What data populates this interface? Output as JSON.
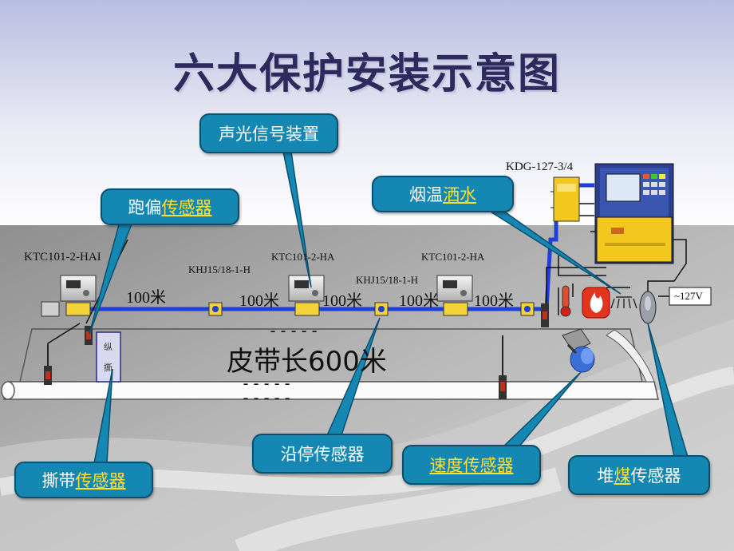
{
  "title": "六大保护安装示意图",
  "callouts": {
    "sound_light": "声光信号装置",
    "deviation_plain": "跑偏",
    "deviation_link": "传感器",
    "smoke_plain": "烟温",
    "smoke_link": "洒水",
    "tear_plain": "撕带",
    "tear_link": "传感器",
    "stop": "沿停传感器",
    "speed_link": "速度传感器",
    "coal_plain_1": "堆",
    "coal_link": "煤",
    "coal_plain_2": "传感器"
  },
  "labels": {
    "ktc_left": "KTC101-2-HAI",
    "ktc_mid": "KTC101-2-HA",
    "ktc_right": "KTC101-2-HA",
    "khj_1": "KHJ15/18-1-H",
    "khj_2": "KHJ15/18-1-H",
    "kdg": "KDG-127-3/4",
    "power": "~127V",
    "dist_1": "100米",
    "dist_2": "100米",
    "dist_3": "100米",
    "dist_4": "100米",
    "dist_5": "100米",
    "belt_length": "皮带长600米",
    "dash_top": "-----",
    "dash_bottom_1": "-----",
    "dash_bottom_2": "-----",
    "tear_box_1": "纵",
    "tear_box_2": "撕"
  },
  "colors": {
    "callout_bg": "#1487b3",
    "cable": "#1f3fd6",
    "highlight": "#ffe033",
    "title": "#2e2a5e"
  }
}
